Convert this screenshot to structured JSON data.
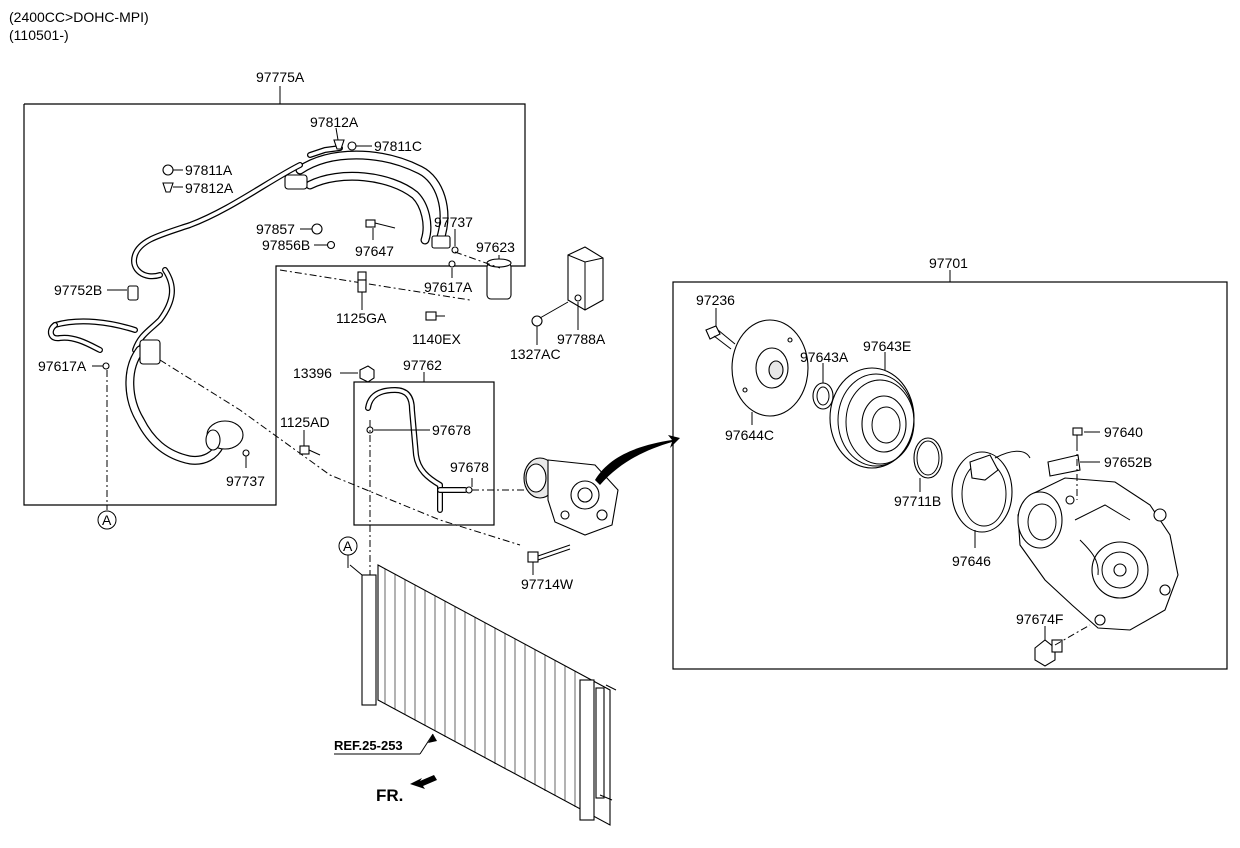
{
  "header": {
    "line1": "(2400CC>DOHC-MPI)",
    "line2": "(110501-)"
  },
  "labels": {
    "p97775A": "97775A",
    "p97812A_top": "97812A",
    "p97811C": "97811C",
    "p97811A": "97811A",
    "p97812A_left": "97812A",
    "p97857": "97857",
    "p97856B": "97856B",
    "p97647": "97647",
    "p97737_top": "97737",
    "p97623": "97623",
    "p97617A_right": "97617A",
    "p97752B": "97752B",
    "p1125GA": "1125GA",
    "p1140EX": "1140EX",
    "p97788A": "97788A",
    "p1327AC": "1327AC",
    "p97617A_left": "97617A",
    "p13396": "13396",
    "p97762": "97762",
    "p1125AD": "1125AD",
    "p97678_a": "97678",
    "p97678_b": "97678",
    "p97737_bottom": "97737",
    "p97714W": "97714W",
    "p97701": "97701",
    "p97236": "97236",
    "p97643A": "97643A",
    "p97643E": "97643E",
    "p97644C": "97644C",
    "p97711B": "97711B",
    "p97640": "97640",
    "p97652B": "97652B",
    "p97646": "97646",
    "p97674F": "97674F",
    "ref": "REF.25-253",
    "fr": "FR.",
    "circleA_bottom": "A",
    "circleA_cond": "A"
  }
}
